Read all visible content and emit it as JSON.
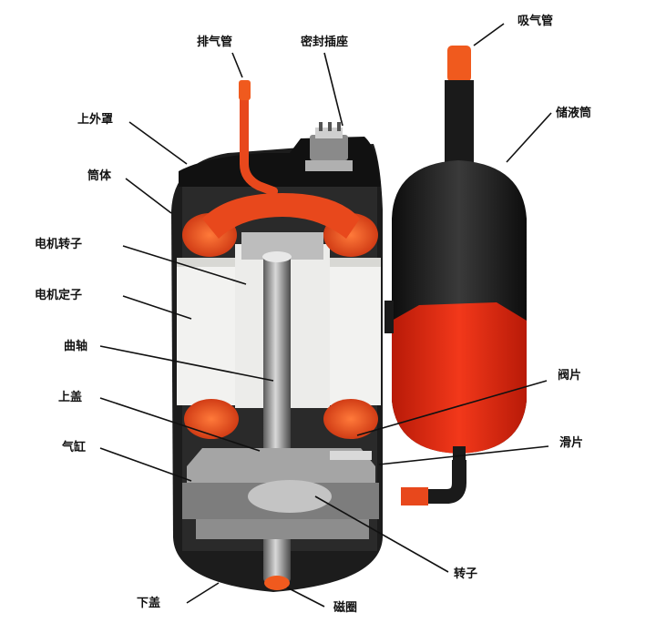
{
  "labels": {
    "discharge_pipe": "排气管",
    "seal_terminal": "密封插座",
    "suction_pipe": "吸气管",
    "upper_shell": "上外罩",
    "accumulator": "储液筒",
    "cylinder_body": "筒体",
    "motor_rotor": "电机转子",
    "motor_stator": "电机定子",
    "crankshaft": "曲轴",
    "upper_cover": "上盖",
    "valve_plate": "阀片",
    "cylinder": "气缸",
    "vane": "滑片",
    "rotor": "转子",
    "lower_cover": "下盖",
    "magnetic_ring": "磁圈"
  },
  "colors": {
    "shell_dark": "#1c1c1c",
    "copper_orange": "#e8481c",
    "stator_white": "#f2f2f0",
    "metal_grey": "#9a9a9a",
    "liquid_red": "#e22a12"
  }
}
